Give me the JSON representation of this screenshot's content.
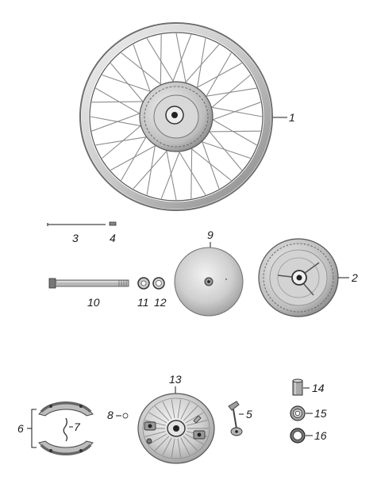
{
  "labels": {
    "l1": "1",
    "l2": "2",
    "l3": "3",
    "l4": "4",
    "l5": "5",
    "l6": "6",
    "l7": "7",
    "l8": "8",
    "l9": "9",
    "l10": "10",
    "l11": "11",
    "l12": "12",
    "l13": "13",
    "l14": "14",
    "l15": "15",
    "l16": "16"
  },
  "colors": {
    "ink": "#1a1a1a",
    "metal_light": "#e6e6e6",
    "metal_mid": "#bdbdbd",
    "metal_dark": "#7a7a7a"
  }
}
